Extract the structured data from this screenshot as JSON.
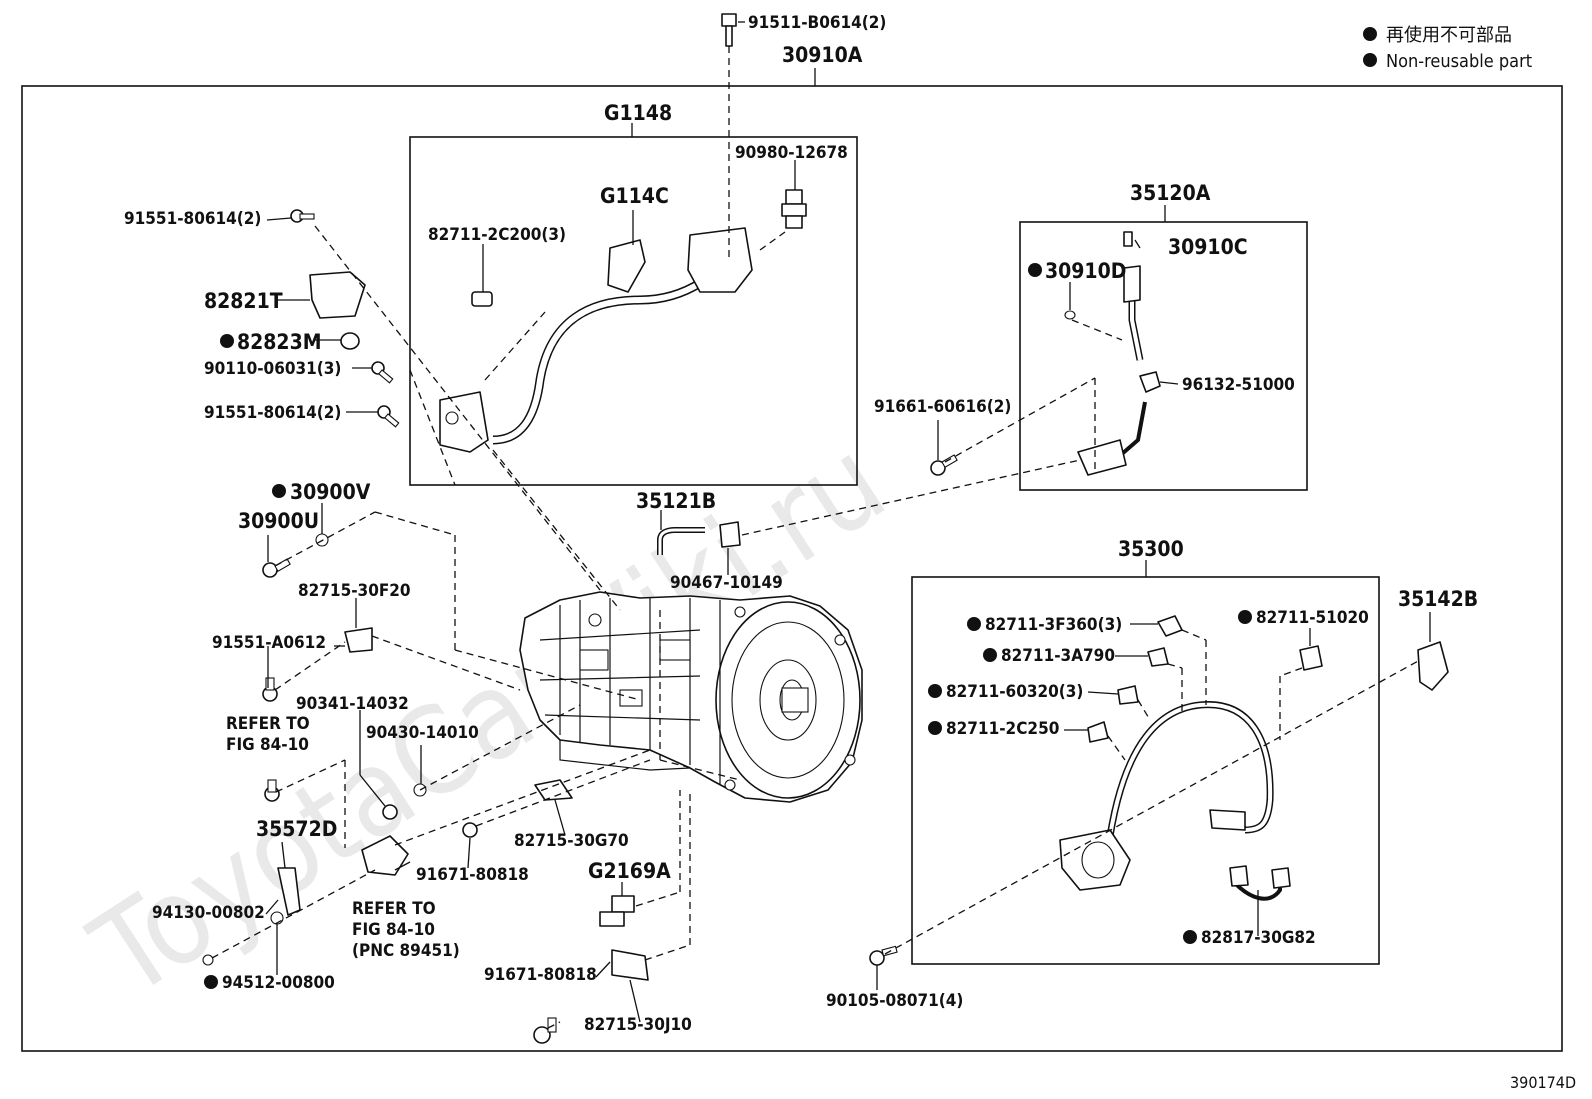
{
  "legend": {
    "items": [
      {
        "marker": "filled-circle",
        "text": "再使用不可部品"
      },
      {
        "marker": "filled-circle",
        "text": "Non-reusable part"
      }
    ]
  },
  "watermark": "ToyotaCarWiki.ru",
  "doc_id": "390174D",
  "labels": {
    "p91511": "91511-B0614(2)",
    "p30910A": "30910A",
    "pG1148": "G1148",
    "p90980": "90980-12678",
    "pG114C": "G114C",
    "p82711_2C200": "82711-2C200(3)",
    "p91551_80614a": "91551-80614(2)",
    "p82821T": "82821T",
    "p82823M": "82823M",
    "p90110": "90110-06031(3)",
    "p91551_80614b": "91551-80614(2)",
    "p35120A": "35120A",
    "p30910C": "30910C",
    "p30910D": "30910D",
    "p96132": "96132-51000",
    "p91661": "91661-60616(2)",
    "p30900V": "30900V",
    "p30900U": "30900U",
    "p35121B": "35121B",
    "p90467": "90467-10149",
    "p82715_30F20": "82715-30F20",
    "p91551_A0612": "91551-A0612",
    "p90341": "90341-14032",
    "p90430": "90430-14010",
    "refer1_a": "REFER TO",
    "refer1_b": "FIG 84-10",
    "p35572D": "35572D",
    "p82715_30G70": "82715-30G70",
    "p91671_a": "91671-80818",
    "refer2_a": "REFER TO",
    "refer2_b": "FIG 84-10",
    "refer2_c": "(PNC 89451)",
    "p94130": "94130-00802",
    "p94512": "94512-00800",
    "pG2169A": "G2169A",
    "p91671_b": "91671-80818",
    "p82715_30J10": "82715-30J10",
    "p35300": "35300",
    "p82711_3F360": "82711-3F360(3)",
    "p82711_51020": "82711-51020",
    "p35142B": "35142B",
    "p82711_3A790": "82711-3A790",
    "p82711_60320": "82711-60320(3)",
    "p82711_2C250": "82711-2C250",
    "p82817": "82817-30G82",
    "p90105": "90105-08071(4)"
  }
}
